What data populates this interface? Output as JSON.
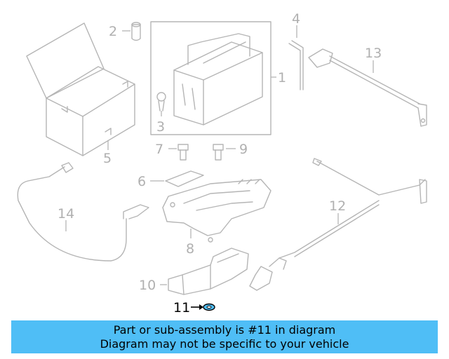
{
  "callouts": {
    "c1": "1",
    "c2": "2",
    "c3": "3",
    "c4": "4",
    "c5": "5",
    "c6": "6",
    "c7": "7",
    "c8": "8",
    "c9": "9",
    "c10": "10",
    "c11": "11",
    "c12": "12",
    "c13": "13",
    "c14": "14"
  },
  "highlighted_part": "11",
  "banner": {
    "line1": "Part or sub-assembly is #11 in diagram",
    "line2": "Diagram may not be specific to your vehicle"
  },
  "colors": {
    "banner_bg": "#4fbef6",
    "diagram_line": "#b5b5b5",
    "highlight": "#000000",
    "washer_fill": "#4fbef6"
  }
}
